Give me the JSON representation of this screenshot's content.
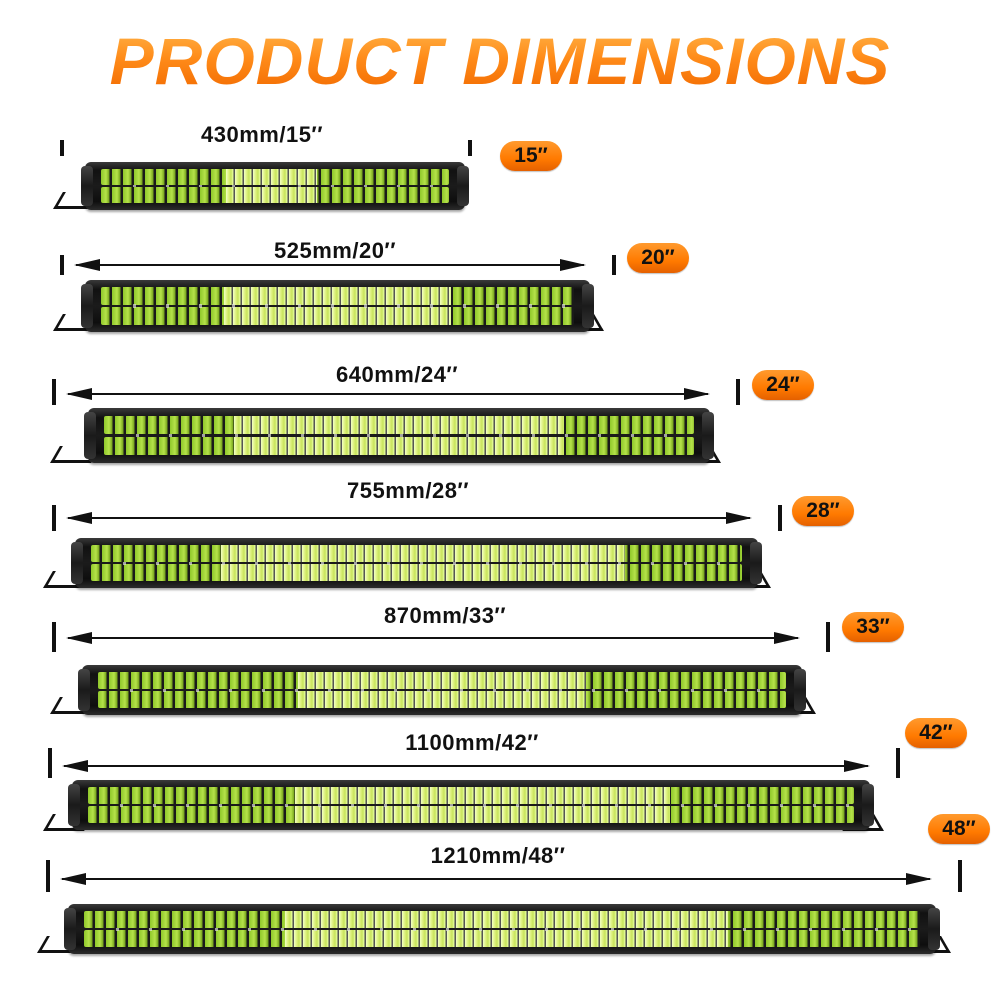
{
  "title": "PRODUCT DIMENSIONS",
  "colors": {
    "title_orange": "#ff8c1a",
    "badge_orange": "#ff7a00",
    "led_green": "#b6e34a",
    "housing_black": "#111111"
  },
  "products": [
    {
      "dimension": "430mm/15′′",
      "badge": "15′′"
    },
    {
      "dimension": "525mm/20′′",
      "badge": "20′′"
    },
    {
      "dimension": "640mm/24′′",
      "badge": "24′′"
    },
    {
      "dimension": "755mm/28′′",
      "badge": "28′′"
    },
    {
      "dimension": "870mm/33′′",
      "badge": "33′′"
    },
    {
      "dimension": "1100mm/42′′",
      "badge": "42′′"
    },
    {
      "dimension": "1210mm/48′′",
      "badge": "48′′"
    }
  ]
}
